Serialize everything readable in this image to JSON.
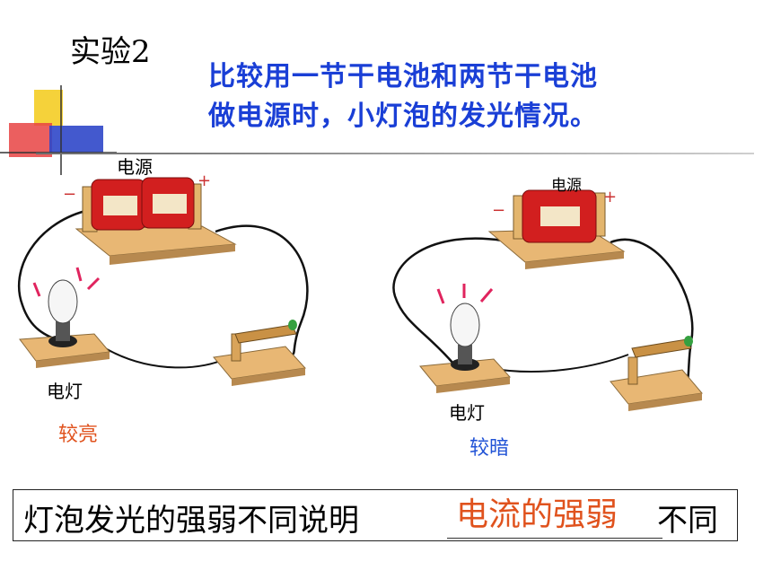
{
  "header": {
    "title": "实验2",
    "line1": "比较用一节干电池和两节干电池",
    "line2": "做电源时，小灯泡的发光情况。"
  },
  "left_circuit": {
    "source_label": "电源",
    "lamp_label": "电灯",
    "brightness": "较亮"
  },
  "right_circuit": {
    "source_label": "电源",
    "lamp_label": "电灯",
    "brightness": "较暗"
  },
  "conclusion": {
    "before": "灯泡发光的强弱不同说明",
    "answer": "电流的强弱",
    "after": "不同"
  },
  "colors": {
    "headline": "#1a3fd6",
    "bright_label": "#e0521d",
    "dim_label": "#2153d6",
    "answer": "#e0521d"
  }
}
